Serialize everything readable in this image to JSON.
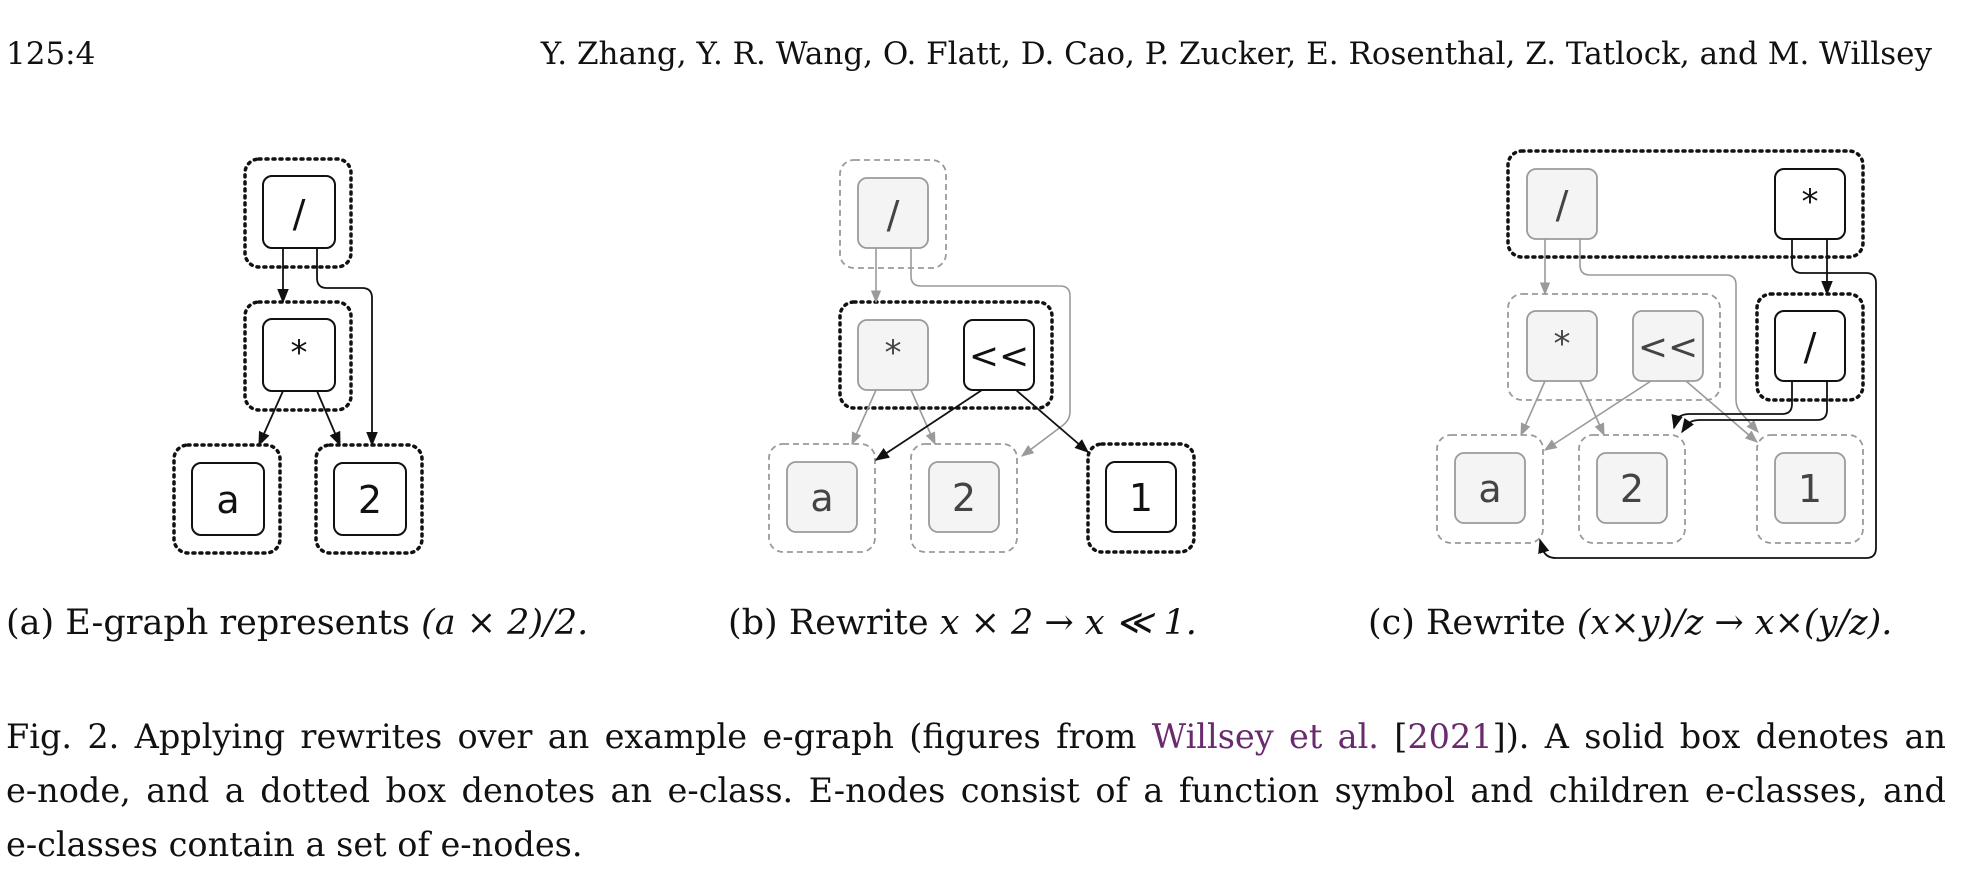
{
  "header": {
    "page_number": "125:4",
    "authors": "Y. Zhang, Y. R. Wang, O. Flatt, D. Cao, P. Zucker, E. Rosenthal, Z. Tatlock, and M. Willsey"
  },
  "figure": {
    "panel_a": {
      "nodes": {
        "div": "/",
        "mul": "*",
        "a": "a",
        "two": "2"
      },
      "caption_prefix": "(a) E-graph represents ",
      "caption_math": "(a × 2)/2."
    },
    "panel_b": {
      "nodes": {
        "div": "/",
        "mul": "*",
        "shl": "<<",
        "a": "a",
        "two": "2",
        "one": "1"
      },
      "caption_prefix": "(b) Rewrite ",
      "caption_math": "x × 2 → x ≪ 1."
    },
    "panel_c": {
      "nodes": {
        "div_old": "/",
        "mul_top": "*",
        "mul": "*",
        "shl": "<<",
        "div_new": "/",
        "a": "a",
        "two": "2",
        "one": "1"
      },
      "caption_prefix": "(c) Rewrite ",
      "caption_math": "(x×y)/z → x×(y/z)."
    }
  },
  "caption": {
    "line1_part1": "Fig. 2.  Applying rewrites over an example e-graph (figures from ",
    "link_text": "Willsey et al.",
    "bracket_open": " [",
    "link_year": "2021",
    "line1_part2": "]). A solid box denotes an",
    "line2": "e-node, and a dotted box denotes an e-class. E-nodes consist of a function symbol and children e-classes, and",
    "line3": "e-classes contain a set of e-nodes."
  },
  "colors": {
    "active": "#111111",
    "inactive": "#9a9a9a",
    "inactive_fill": "#f4f4f4",
    "link": "#6a2a6e"
  }
}
